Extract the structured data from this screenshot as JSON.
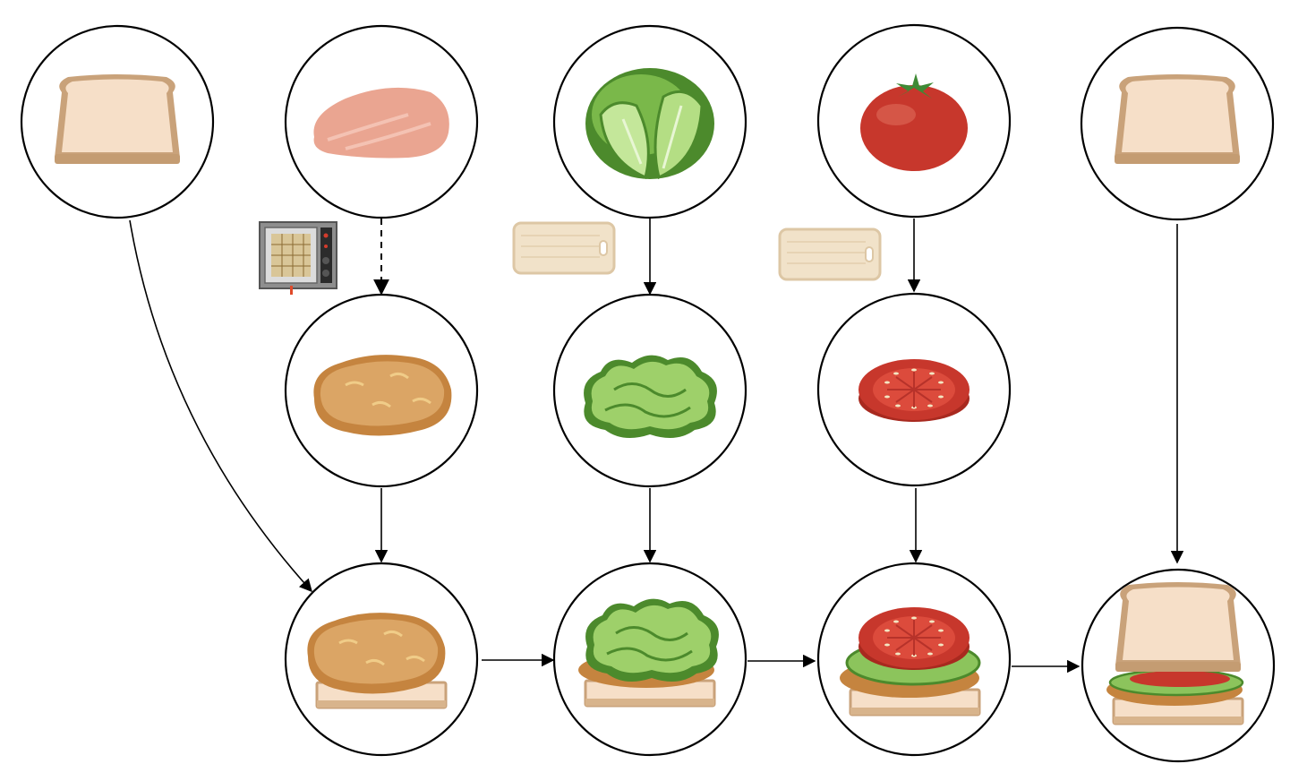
{
  "diagram": {
    "description_visible_text": [],
    "nodes": [
      {
        "id": "bread-top-raw",
        "icon": "bread-slice-icon"
      },
      {
        "id": "chicken-raw",
        "icon": "raw-chicken-breast-icon"
      },
      {
        "id": "lettuce-head",
        "icon": "lettuce-head-icon"
      },
      {
        "id": "tomato-whole",
        "icon": "tomato-icon"
      },
      {
        "id": "bread-second",
        "icon": "bread-slice-icon"
      },
      {
        "id": "chicken-cooked",
        "icon": "fried-chicken-cutlet-icon"
      },
      {
        "id": "lettuce-leaf",
        "icon": "lettuce-leaf-icon"
      },
      {
        "id": "tomato-slice",
        "icon": "tomato-slice-icon"
      },
      {
        "id": "stack-bread-chicken",
        "icon": "bread-with-chicken-icon"
      },
      {
        "id": "stack-plus-lettuce",
        "icon": "bread-chicken-lettuce-icon"
      },
      {
        "id": "stack-plus-tomato",
        "icon": "bread-chicken-lettuce-tomato-icon"
      },
      {
        "id": "sandwich-complete",
        "icon": "complete-sandwich-icon"
      }
    ],
    "tools": [
      {
        "id": "fryer",
        "icon": "deep-fryer-icon"
      },
      {
        "id": "board-1",
        "icon": "cutting-board-icon"
      },
      {
        "id": "board-2",
        "icon": "cutting-board-icon"
      }
    ],
    "edges": [
      {
        "from": "chicken-raw",
        "to": "chicken-cooked",
        "style": "dashed"
      },
      {
        "from": "lettuce-head",
        "to": "lettuce-leaf",
        "style": "solid"
      },
      {
        "from": "tomato-whole",
        "to": "tomato-slice",
        "style": "solid"
      },
      {
        "from": "bread-top-raw",
        "to": "stack-bread-chicken",
        "style": "curved"
      },
      {
        "from": "chicken-cooked",
        "to": "stack-bread-chicken",
        "style": "solid"
      },
      {
        "from": "lettuce-leaf",
        "to": "stack-plus-lettuce",
        "style": "solid"
      },
      {
        "from": "tomato-slice",
        "to": "stack-plus-tomato",
        "style": "solid"
      },
      {
        "from": "bread-second",
        "to": "sandwich-complete",
        "style": "solid"
      },
      {
        "from": "stack-bread-chicken",
        "to": "stack-plus-lettuce",
        "style": "solid"
      },
      {
        "from": "stack-plus-lettuce",
        "to": "stack-plus-tomato",
        "style": "solid"
      },
      {
        "from": "stack-plus-tomato",
        "to": "sandwich-complete",
        "style": "solid"
      }
    ],
    "colors": {
      "circle_stroke": "#000000",
      "bread_crust": "#c9a27a",
      "bread_inner": "#f6dfc8",
      "chicken_raw": "#eaa591",
      "chicken_cooked": "#d19a55",
      "lettuce_light": "#9ed06a",
      "lettuce_dark": "#4c8a2c",
      "tomato": "#c7372c",
      "board": "#f1e2c9"
    }
  }
}
